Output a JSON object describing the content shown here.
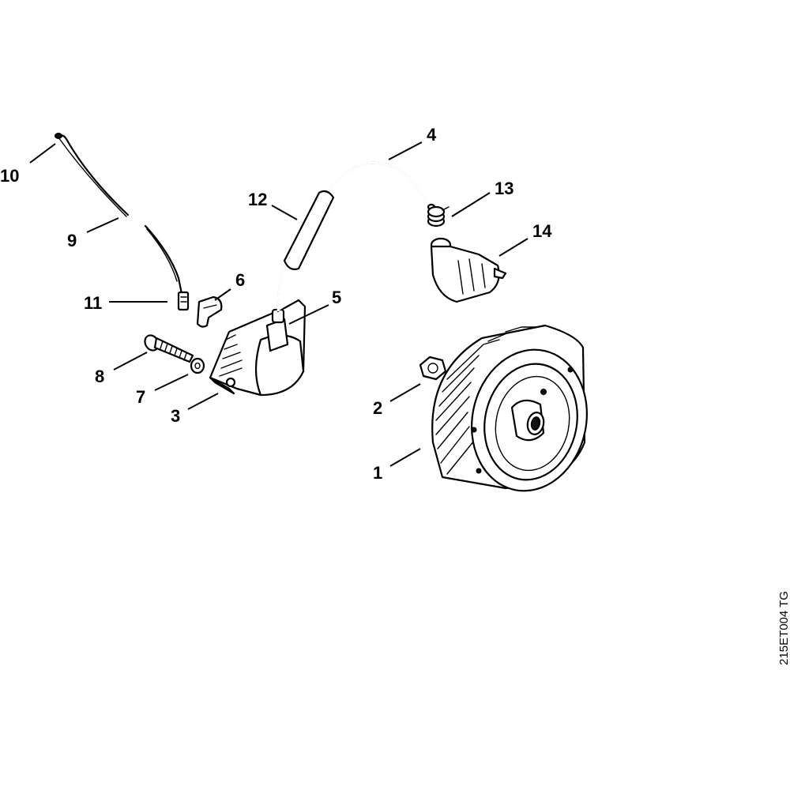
{
  "labels": {
    "l1": "1",
    "l2": "2",
    "l3": "3",
    "l4": "4",
    "l5": "5",
    "l6": "6",
    "l7": "7",
    "l8": "8",
    "l9": "9",
    "l10": "10",
    "l11": "11",
    "l12": "12",
    "l13": "13",
    "l14": "14"
  },
  "drawing_code": "215ET004 TG"
}
